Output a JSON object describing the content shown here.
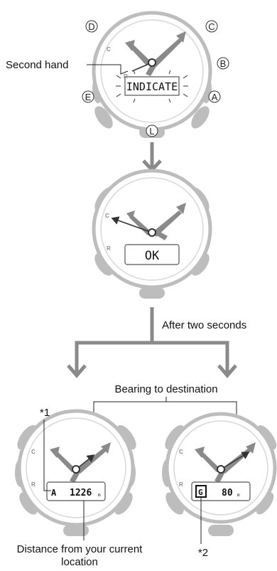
{
  "buttons": {
    "d": "D",
    "c": "C",
    "b": "B",
    "e": "E",
    "a": "A",
    "l": "L"
  },
  "dial": {
    "c": "C",
    "r": "R"
  },
  "labels": {
    "second_hand": "Second hand",
    "after_two_seconds": "After two seconds",
    "bearing": "Bearing to destination",
    "note1": "*1",
    "note2": "*2",
    "distance_line1": "Distance from your current",
    "distance_line2": "location"
  },
  "displays": {
    "indicate": "INDICATE",
    "ok": "OK",
    "left_char": "A",
    "left_distance": "1226",
    "left_unit": "m",
    "right_char": "G",
    "right_distance": "80",
    "right_unit": "m"
  },
  "colors": {
    "case": "#bdbdbd",
    "hand": "#7a7a7a",
    "line": "#222222",
    "arrow": "#8a8a8a"
  }
}
